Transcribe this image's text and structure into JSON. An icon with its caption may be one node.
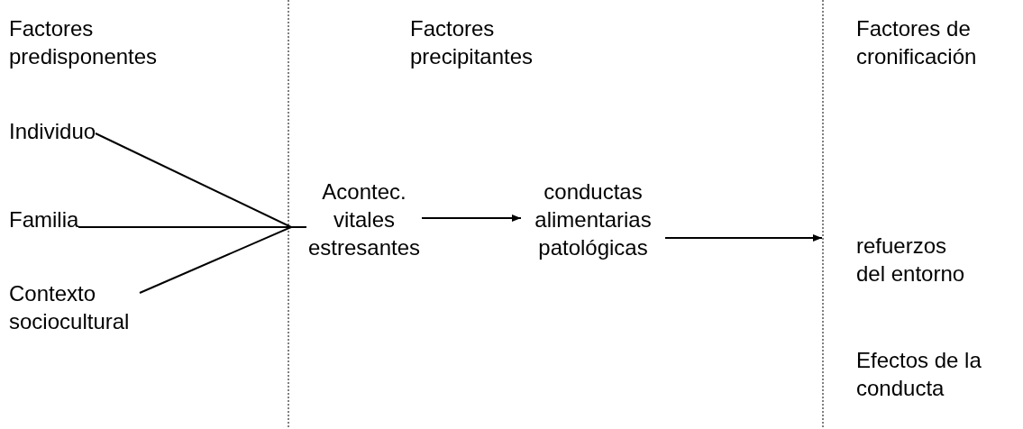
{
  "diagram": {
    "nodes": [
      {
        "text": [
          "Individuo"
        ]
      },
      {
        "text": [
          "Familia"
        ]
      },
      {
        "text": [
          "Contexto sociocultural"
        ]
      },
      {
        "text": [
          "Acontec. vitales estresantes"
        ]
      },
      {
        "text": [
          "conductas alimentarias patológicas"
        ]
      },
      {
        "text": [
          "refuerzos del entorno"
        ]
      }
    ],
    "edges": [
      {
        "from": 0,
        "to": 3,
        "arrow": "none"
      },
      {
        "from": 1,
        "to": 3,
        "arrow": "none"
      },
      {
        "from": 2,
        "to": 3,
        "arrow": "none"
      },
      {
        "from": 3,
        "to": 4,
        "arrow": "to"
      },
      {
        "from": 4,
        "to": 5,
        "arrow": "to"
      }
    ],
    "labels": [
      "Factores predisponentes",
      "Factores precipitantes",
      "Factores de cronificación",
      "Efectos de la conducta"
    ]
  }
}
